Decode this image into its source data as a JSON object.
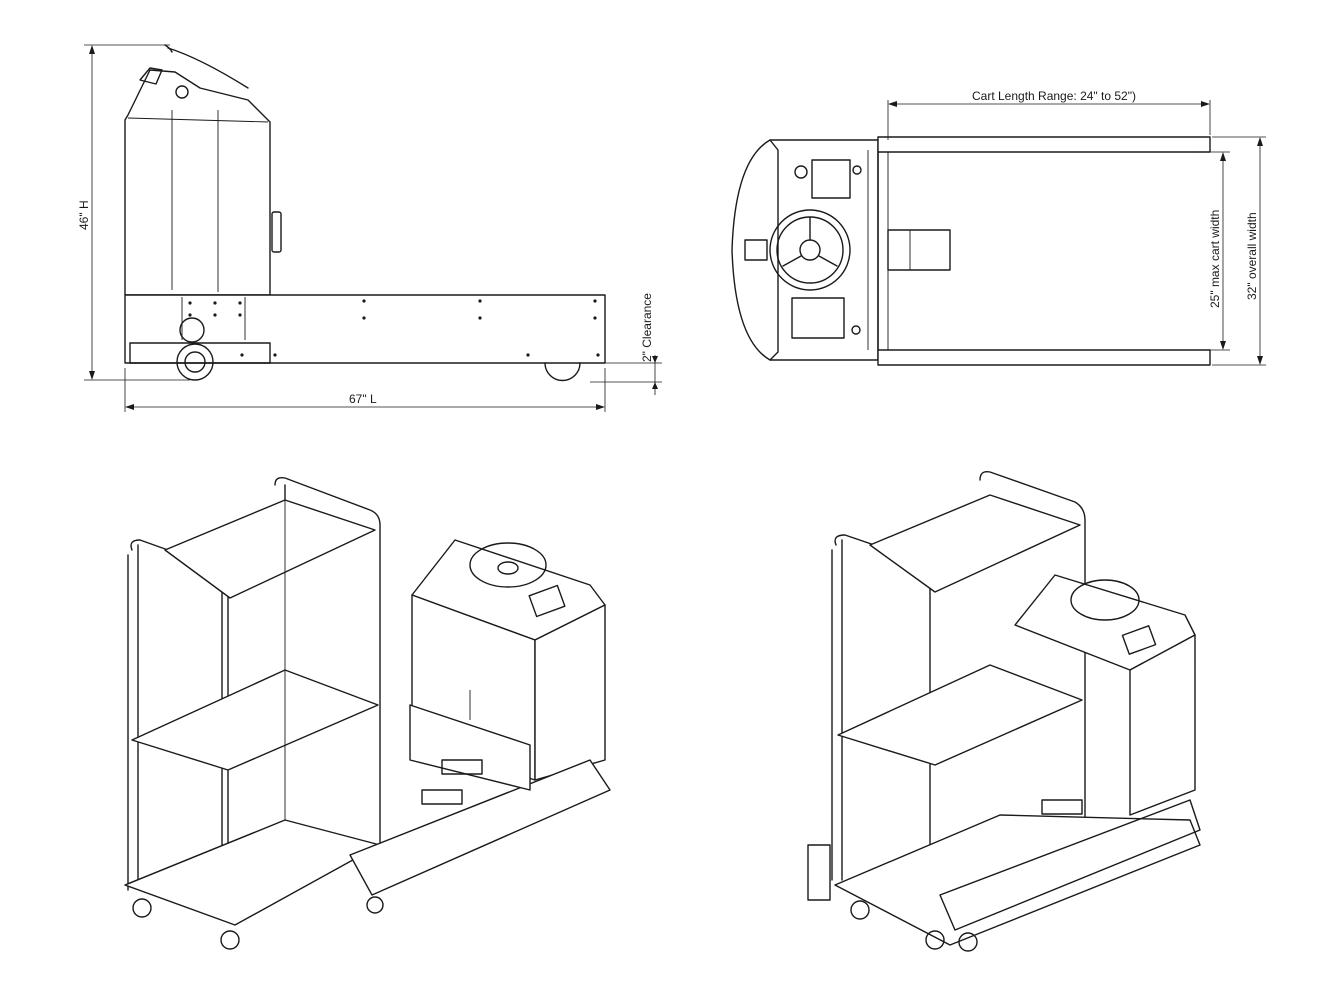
{
  "dimensions": {
    "height": "46\" H",
    "length": "67\" L",
    "clearance": "2\" Clearance",
    "cart_length_range": "Cart Length Range: 24\" to 52\")",
    "max_cart_width": "25\" max cart width",
    "overall_width": "32\" overall width"
  },
  "colors": {
    "line": "#1a1a1a",
    "background": "#ffffff"
  }
}
